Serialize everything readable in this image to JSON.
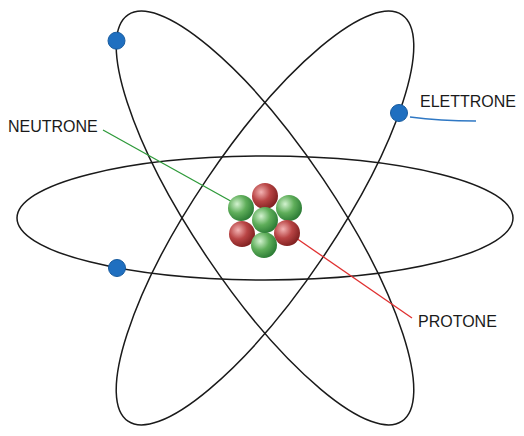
{
  "diagram": {
    "labels": [
      "ELETTRONE",
      "NEUTRONE",
      "PROTONE"
    ]
  }
}
